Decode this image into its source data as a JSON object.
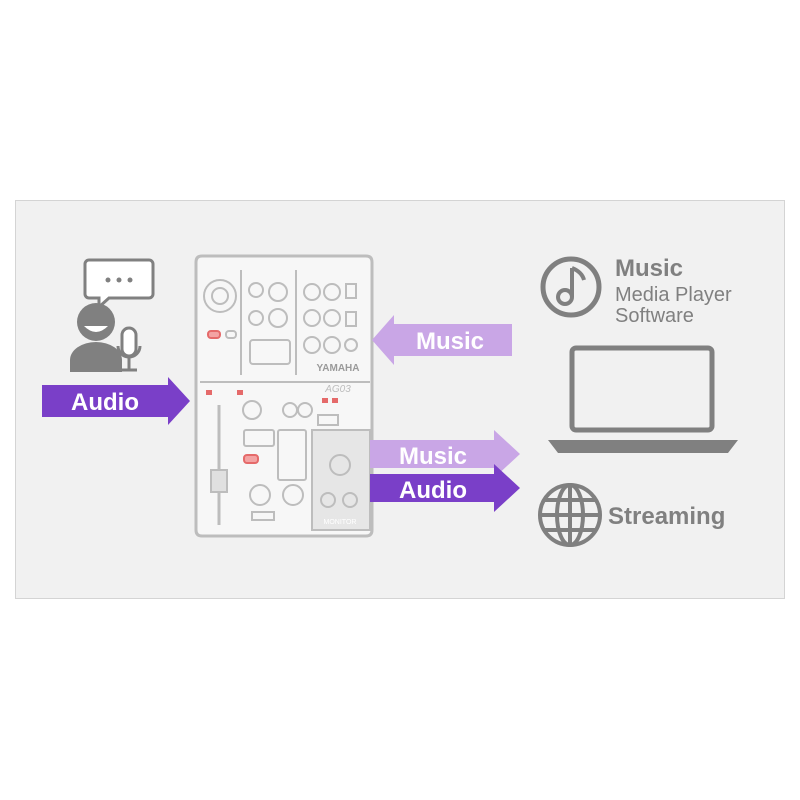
{
  "input": {
    "audio_arrow_label": "Audio"
  },
  "device": {
    "brand": "YAMAHA",
    "model": "AG03",
    "monitor_label": "MONITOR"
  },
  "flows": {
    "music_in_label": "Music",
    "music_out_label": "Music",
    "audio_out_label": "Audio"
  },
  "music_software": {
    "title": "Music",
    "line1": "Media Player",
    "line2": "Software"
  },
  "streaming": {
    "label": "Streaming"
  },
  "colors": {
    "light_purple": "#c9a6e6",
    "dark_purple": "#7a3fc8",
    "icon_gray": "#808080",
    "device_outline": "#bdbdbd"
  }
}
